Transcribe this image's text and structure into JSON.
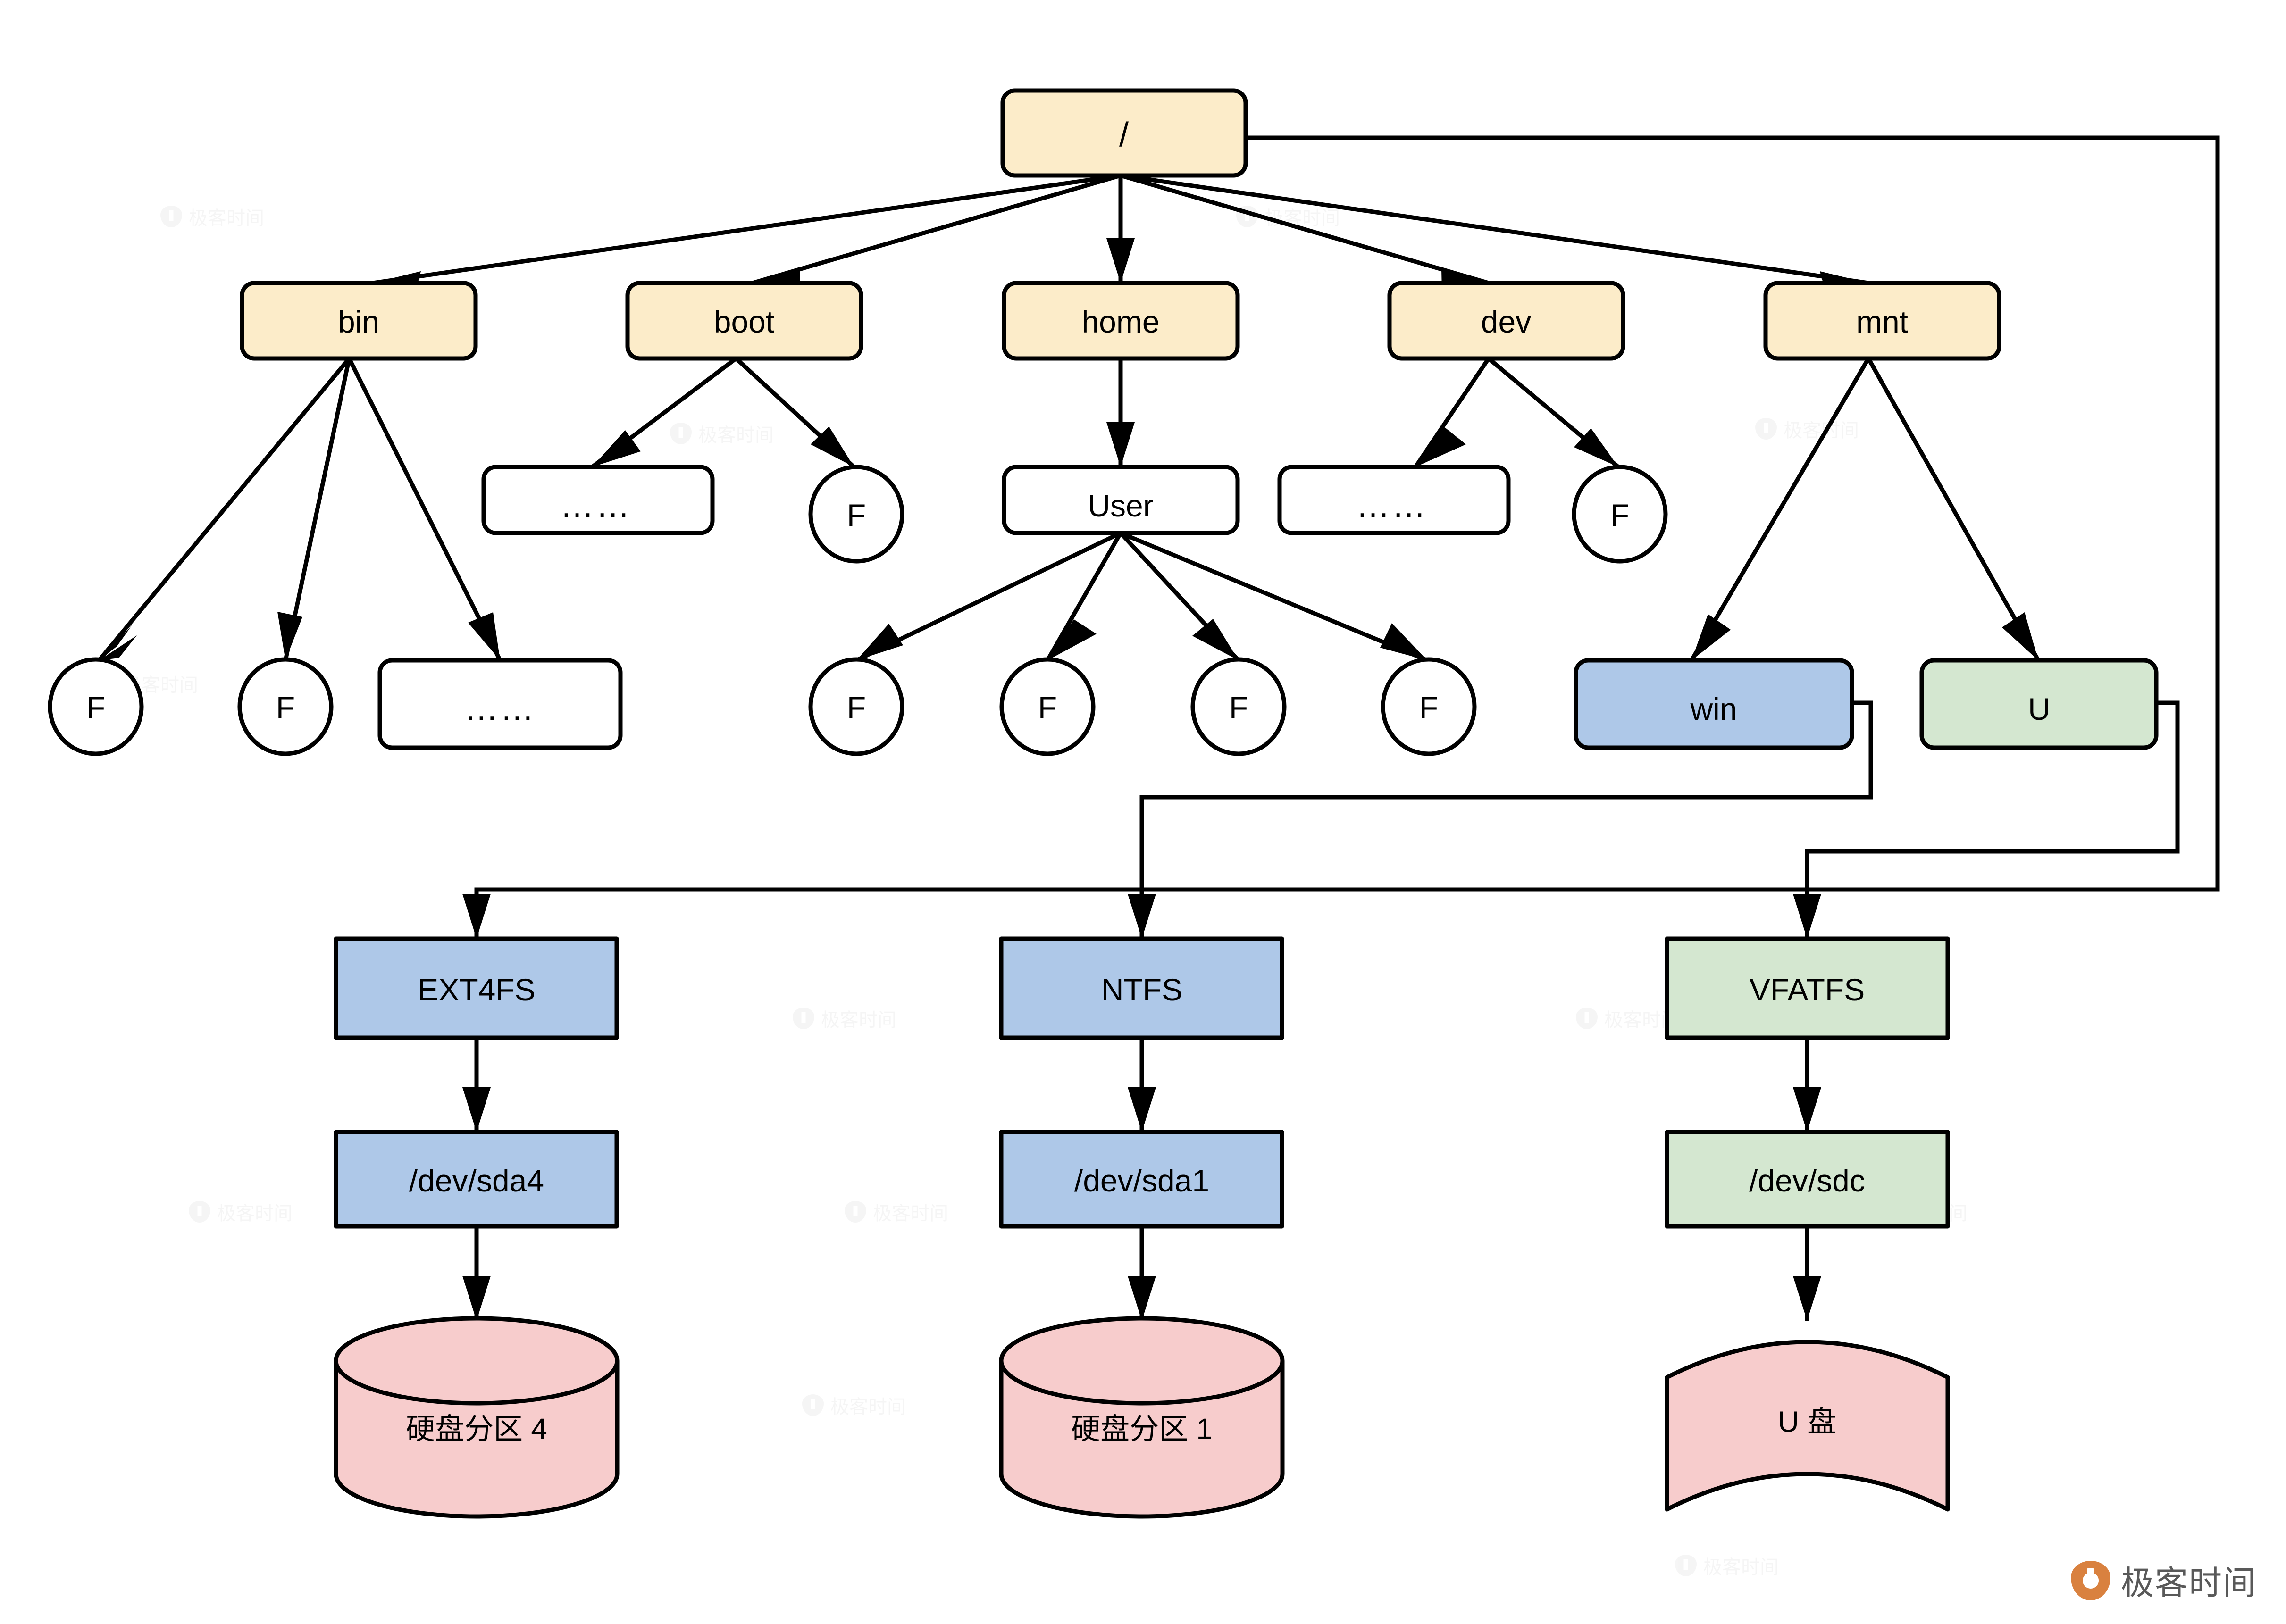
{
  "diagram": {
    "title": "Linux filesystem mount hierarchy",
    "colors": {
      "dir_fill": "#fcecc9",
      "ntfs_fill": "#aec8e8",
      "vfat_fill": "#d4e7d0",
      "disk_fill": "#f7cccc",
      "plain_fill": "#ffffff",
      "stroke": "#000000",
      "brand_orange": "#d9813f",
      "brand_gray": "#595959",
      "watermark_gray": "#999999"
    },
    "nodes": {
      "root": {
        "label": "/",
        "kind": "rounded-rect",
        "fill": "dir_fill"
      },
      "bin": {
        "label": "bin",
        "kind": "rounded-rect",
        "fill": "dir_fill"
      },
      "boot": {
        "label": "boot",
        "kind": "rounded-rect",
        "fill": "dir_fill"
      },
      "home": {
        "label": "home",
        "kind": "rounded-rect",
        "fill": "dir_fill"
      },
      "dev": {
        "label": "dev",
        "kind": "rounded-rect",
        "fill": "dir_fill"
      },
      "mnt": {
        "label": "mnt",
        "kind": "rounded-rect",
        "fill": "dir_fill"
      },
      "user": {
        "label": "User",
        "kind": "rounded-rect",
        "fill": "plain_fill"
      },
      "boot_more": {
        "label": "……",
        "kind": "rounded-rect",
        "fill": "plain_fill"
      },
      "dev_more": {
        "label": "……",
        "kind": "rounded-rect",
        "fill": "plain_fill"
      },
      "bin_more": {
        "label": "……",
        "kind": "rounded-rect",
        "fill": "plain_fill"
      },
      "bin_f1": {
        "label": "F",
        "kind": "ellipse",
        "fill": "plain_fill"
      },
      "bin_f2": {
        "label": "F",
        "kind": "ellipse",
        "fill": "plain_fill"
      },
      "boot_f": {
        "label": "F",
        "kind": "ellipse",
        "fill": "plain_fill"
      },
      "dev_f": {
        "label": "F",
        "kind": "ellipse",
        "fill": "plain_fill"
      },
      "user_f1": {
        "label": "F",
        "kind": "ellipse",
        "fill": "plain_fill"
      },
      "user_f2": {
        "label": "F",
        "kind": "ellipse",
        "fill": "plain_fill"
      },
      "user_f3": {
        "label": "F",
        "kind": "ellipse",
        "fill": "plain_fill"
      },
      "user_f4": {
        "label": "F",
        "kind": "ellipse",
        "fill": "plain_fill"
      },
      "win": {
        "label": "win",
        "kind": "rounded-rect",
        "fill": "ntfs_fill"
      },
      "u": {
        "label": "U",
        "kind": "rounded-rect",
        "fill": "vfat_fill"
      },
      "ext4fs": {
        "label": "EXT4FS",
        "kind": "rect",
        "fill": "ntfs_fill"
      },
      "ntfs": {
        "label": "NTFS",
        "kind": "rect",
        "fill": "ntfs_fill"
      },
      "vfatfs": {
        "label": "VFATFS",
        "kind": "rect",
        "fill": "vfat_fill"
      },
      "sda4": {
        "label": "/dev/sda4",
        "kind": "rect",
        "fill": "ntfs_fill"
      },
      "sda1": {
        "label": "/dev/sda1",
        "kind": "rect",
        "fill": "ntfs_fill"
      },
      "sdc": {
        "label": "/dev/sdc",
        "kind": "rect",
        "fill": "vfat_fill"
      },
      "part4": {
        "label": "硬盘分区 4",
        "kind": "cylinder",
        "fill": "disk_fill"
      },
      "part1": {
        "label": "硬盘分区 1",
        "kind": "cylinder",
        "fill": "disk_fill"
      },
      "udisk": {
        "label": "U 盘",
        "kind": "tape",
        "fill": "disk_fill"
      }
    },
    "edges": [
      {
        "from": "root",
        "to": "bin"
      },
      {
        "from": "root",
        "to": "boot"
      },
      {
        "from": "root",
        "to": "home"
      },
      {
        "from": "root",
        "to": "dev"
      },
      {
        "from": "root",
        "to": "mnt"
      },
      {
        "from": "root",
        "to": "ext4fs"
      },
      {
        "from": "bin",
        "to": "bin_f1"
      },
      {
        "from": "bin",
        "to": "bin_f2"
      },
      {
        "from": "bin",
        "to": "bin_more"
      },
      {
        "from": "boot",
        "to": "boot_more"
      },
      {
        "from": "boot",
        "to": "boot_f"
      },
      {
        "from": "home",
        "to": "user"
      },
      {
        "from": "dev",
        "to": "dev_more"
      },
      {
        "from": "dev",
        "to": "dev_f"
      },
      {
        "from": "mnt",
        "to": "win"
      },
      {
        "from": "mnt",
        "to": "u"
      },
      {
        "from": "user",
        "to": "user_f1"
      },
      {
        "from": "user",
        "to": "user_f2"
      },
      {
        "from": "user",
        "to": "user_f3"
      },
      {
        "from": "user",
        "to": "user_f4"
      },
      {
        "from": "win",
        "to": "ntfs"
      },
      {
        "from": "u",
        "to": "vfatfs"
      },
      {
        "from": "ext4fs",
        "to": "sda4"
      },
      {
        "from": "ntfs",
        "to": "sda1"
      },
      {
        "from": "vfatfs",
        "to": "sdc"
      },
      {
        "from": "sda4",
        "to": "part4"
      },
      {
        "from": "sda1",
        "to": "part1"
      },
      {
        "from": "sdc",
        "to": "udisk"
      }
    ]
  },
  "branding": {
    "name": "极客时间"
  },
  "watermarks": {
    "text": "极客时间"
  }
}
